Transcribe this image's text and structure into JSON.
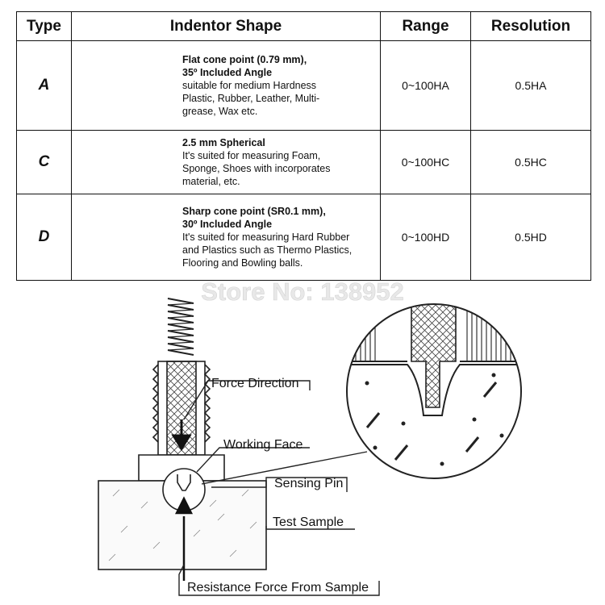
{
  "table": {
    "headers": {
      "type": "Type",
      "shape": "Indentor Shape",
      "range": "Range",
      "resolution": "Resolution"
    },
    "rows": [
      {
        "type": "A",
        "shape_lines": [
          "Flat cone point (0.79 mm),",
          "35º Included Angle",
          "suitable for medium Hardness",
          "Plastic, Rubber, Leather, Multi-",
          "grease, Wax etc."
        ],
        "range": "0~100HA",
        "resolution": "0.5HA"
      },
      {
        "type": "C",
        "shape_lines": [
          "2.5 mm Spherical",
          "It's suited for measuring Foam,",
          "Sponge, Shoes with incorporates",
          "material, etc."
        ],
        "range": "0~100HC",
        "resolution": "0.5HC"
      },
      {
        "type": "D",
        "shape_lines": [
          "Sharp cone point (SR0.1 mm),",
          "30º Included Angle",
          "It's suited for measuring Hard Rubber",
          "and Plastics such as Thermo Plastics,",
          "Flooring and Bowling balls."
        ],
        "range": "0~100HD",
        "resolution": "0.5HD"
      }
    ]
  },
  "watermark": "Store No: 138952",
  "diagram": {
    "labels": {
      "force_direction": "Force Direction",
      "working_face": "Working Face",
      "sensing_pin": "Sensing Pin",
      "test_sample": "Test Sample",
      "resistance_force": "Resistance Force From Sample"
    }
  }
}
